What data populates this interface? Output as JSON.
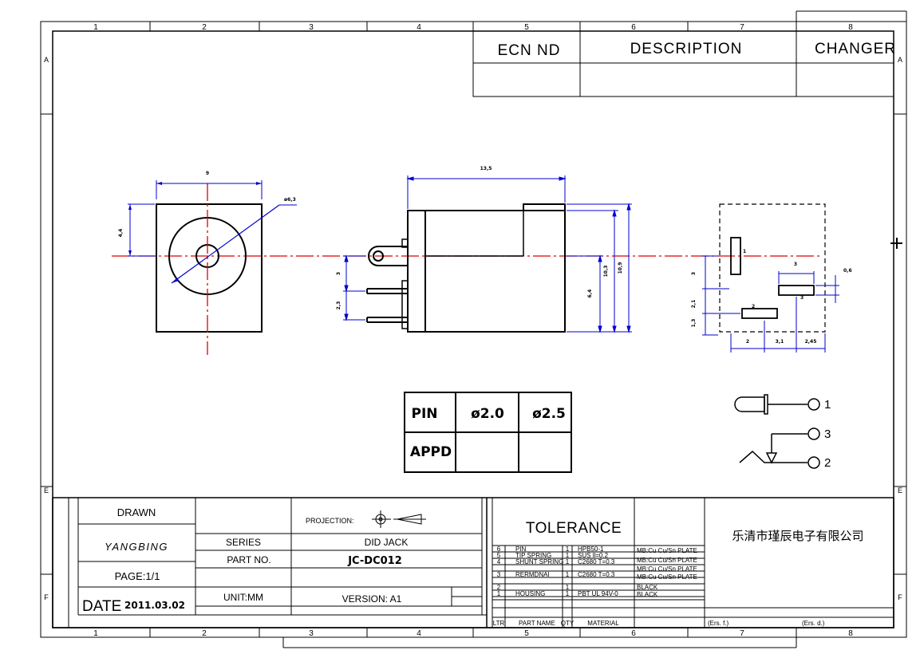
{
  "grid": {
    "columns": [
      "1",
      "2",
      "3",
      "4",
      "5",
      "6",
      "7",
      "8"
    ],
    "rows": [
      "A",
      "E",
      "F"
    ]
  },
  "revision_table": {
    "headers": [
      "ECN ND",
      "DESCRIPTION",
      "CHANGER"
    ]
  },
  "front_view": {
    "width_dim": "9",
    "height_dim": "4,4",
    "diameter_dim": "ø6,3"
  },
  "side_view": {
    "length_dim": "13,5",
    "dims": [
      "3",
      "2,3",
      "6,4",
      "10,3",
      "10,9"
    ]
  },
  "pin_view": {
    "dims": [
      "3",
      "2,1",
      "1,3",
      "3",
      "0,6",
      "2",
      "3,1",
      "2,45",
      "2",
      "3"
    ],
    "pin_label": "1"
  },
  "pin_table": {
    "rows": [
      [
        "PIN",
        "ø2.0",
        "ø2.5"
      ],
      [
        "APPD",
        "",
        ""
      ]
    ]
  },
  "schematic": {
    "pin1": "1",
    "pin2": "2",
    "pin3": "3"
  },
  "title_block": {
    "drawn_label": "DRAWN",
    "drawn_name": "YANGBING",
    "page": "PAGE:1/1",
    "date_label": "DATE",
    "date_value": "2011.03.02",
    "projection_label": "PROJECTION:",
    "series_label": "SERIES",
    "series_value": "DID   JACK",
    "part_no_label": "PART NO.",
    "part_no_value": "JC-DC012",
    "unit": "UNIT:MM",
    "version": "VERSION: A1",
    "tolerance": "TOLERANCE",
    "company": "乐清市瑾辰电子有限公司",
    "bom_headers": [
      "LTR",
      "PART NAME",
      "QTY",
      "MATERIAL"
    ],
    "bom_rows": [
      {
        "ltr": "6",
        "name": "PIN",
        "qty": "1",
        "material": "HPB50-1",
        "finish": "MB:Cu  Cu/Sn  PLATE"
      },
      {
        "ltr": "5",
        "name": "TIP SPRING",
        "qty": "1",
        "material": "SUS  ll=0.2",
        "finish": "MB:Cu  Cu/Sn  PLATE"
      },
      {
        "ltr": "4",
        "name": "SHUNT SPRING",
        "qty": "1",
        "material": "C2680  T=0.3",
        "finish": "MB:Cu  Cu/Sn  PLATE"
      },
      {
        "ltr": "3",
        "name": "RERMDNAI",
        "qty": "1",
        "material": "C2680  T=0.3",
        "finish": "MB:Cu  Cu/Sn  PLATE"
      },
      {
        "ltr": "2",
        "name": "",
        "qty": "1",
        "material": "",
        "finish": "BLACK"
      },
      {
        "ltr": "1",
        "name": "HOUSING",
        "qty": "1",
        "material": "PBT UL 94V-0",
        "finish": "BLACK"
      }
    ],
    "footer_7": "(Ers. f.)",
    "footer_8": "(Ers. d.)"
  }
}
